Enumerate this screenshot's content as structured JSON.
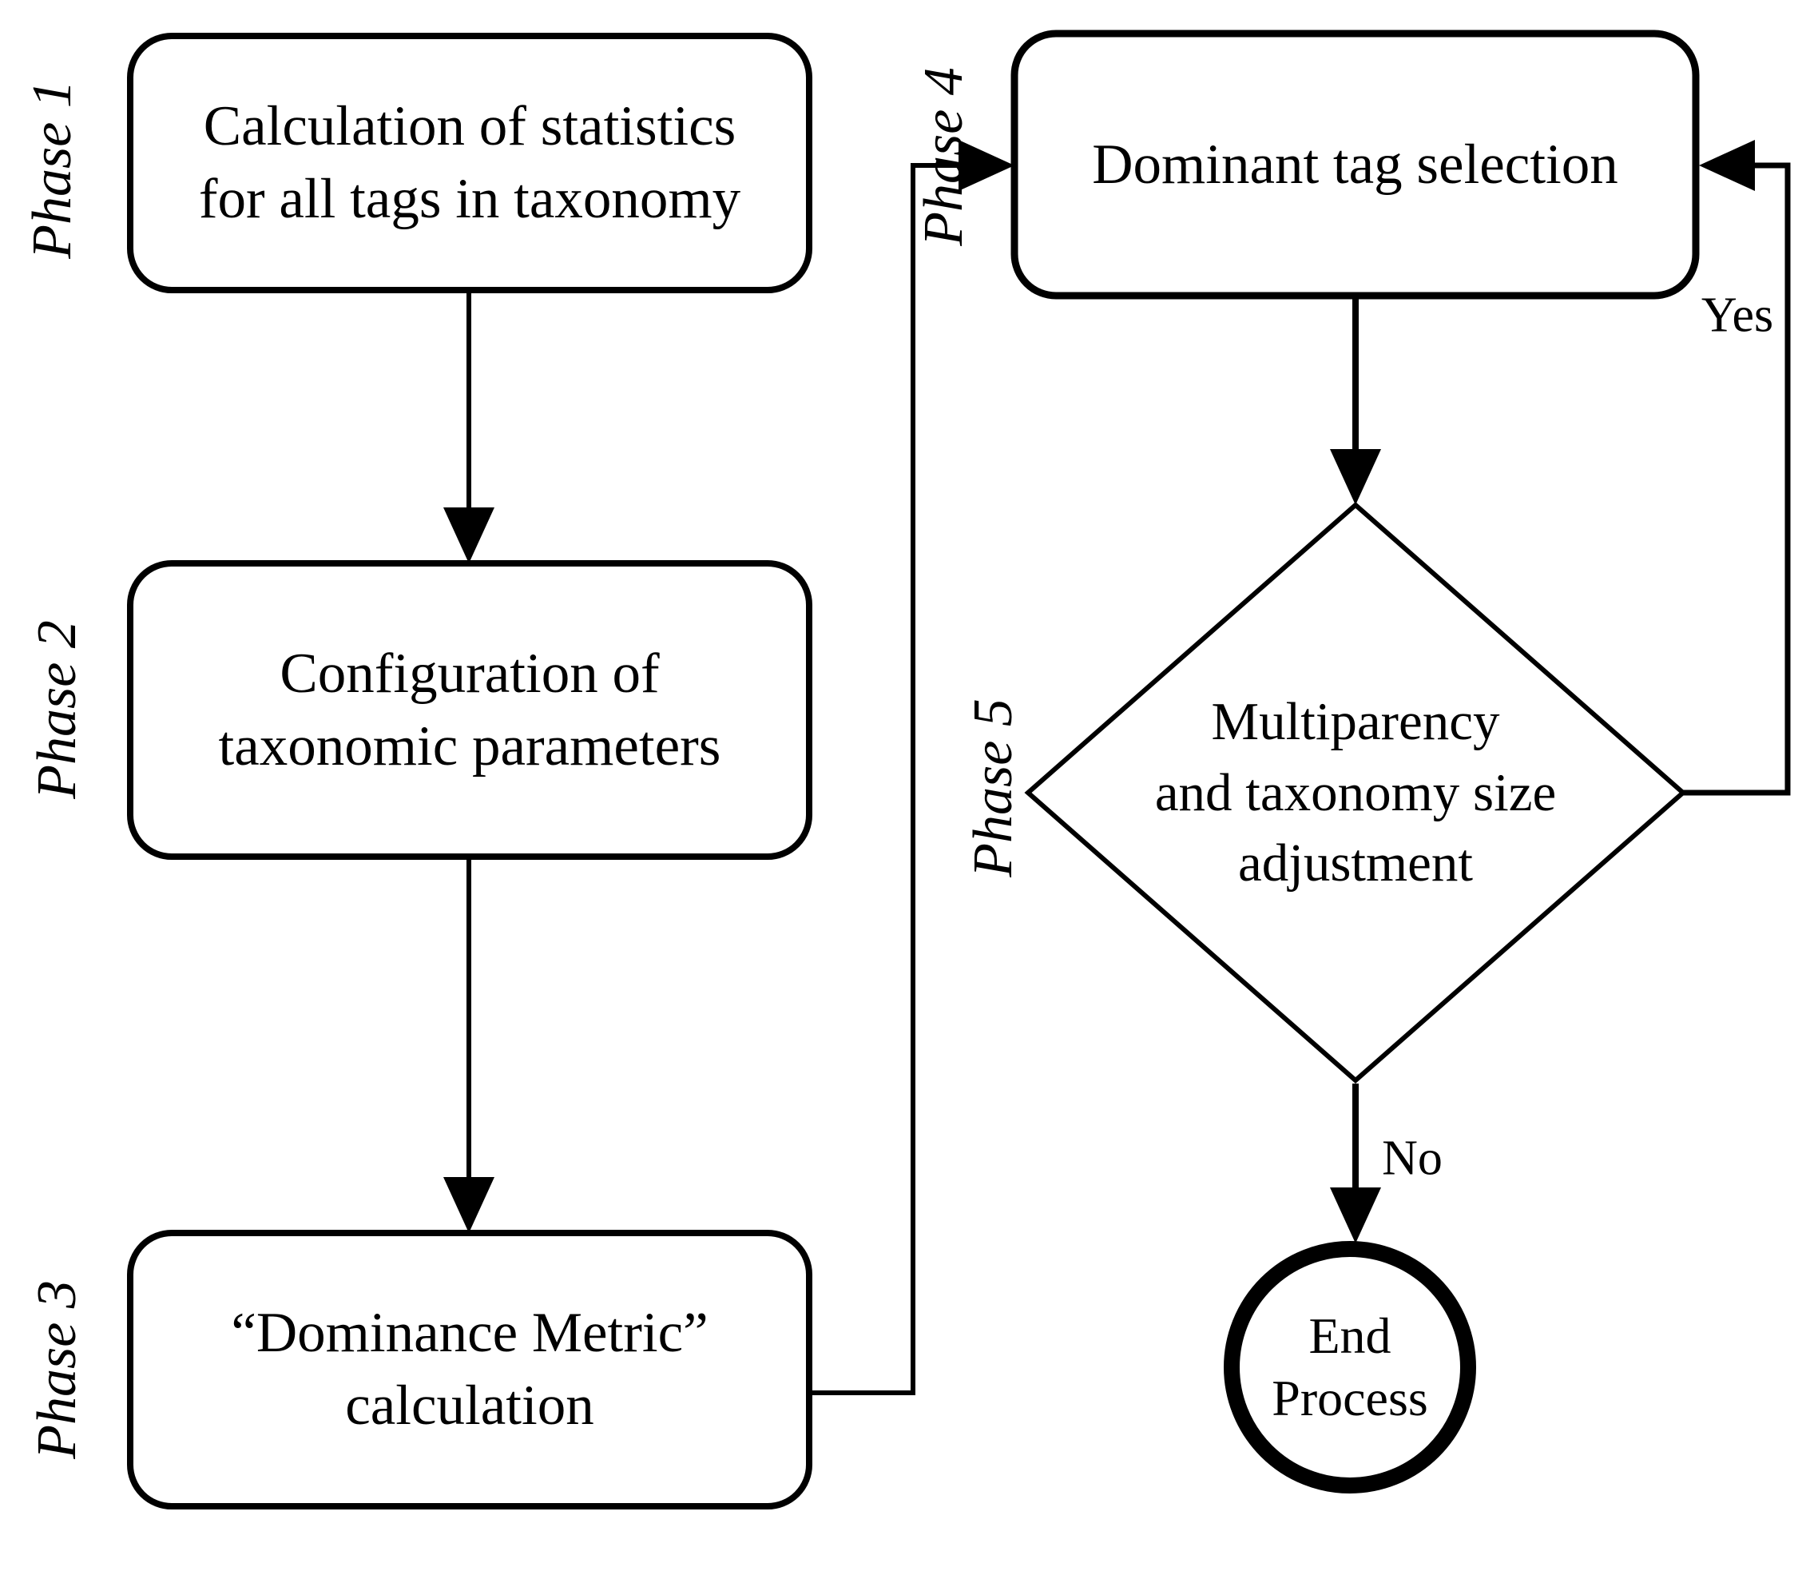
{
  "phases": [
    "Phase 1",
    "Phase 2",
    "Phase 3",
    "Phase 4",
    "Phase 5"
  ],
  "nodes": {
    "statistics": {
      "lines": [
        "Calculation of statistics",
        "for all tags in taxonomy"
      ]
    },
    "configuration": {
      "lines": [
        "Configuration of",
        "taxonomic parameters"
      ]
    },
    "dominance": {
      "lines": [
        "“Dominance Metric”",
        "calculation"
      ]
    },
    "dominant_tag": {
      "lines": [
        "Dominant tag selection"
      ]
    },
    "decision": {
      "lines": [
        "Multiparency",
        "and taxonomy size",
        "adjustment"
      ]
    },
    "end": {
      "lines": [
        "End",
        "Process"
      ]
    }
  },
  "edge_labels": {
    "yes": "Yes",
    "no": "No"
  },
  "colors": {
    "stroke": "#000000",
    "background": "#ffffff",
    "text": "#000000"
  }
}
